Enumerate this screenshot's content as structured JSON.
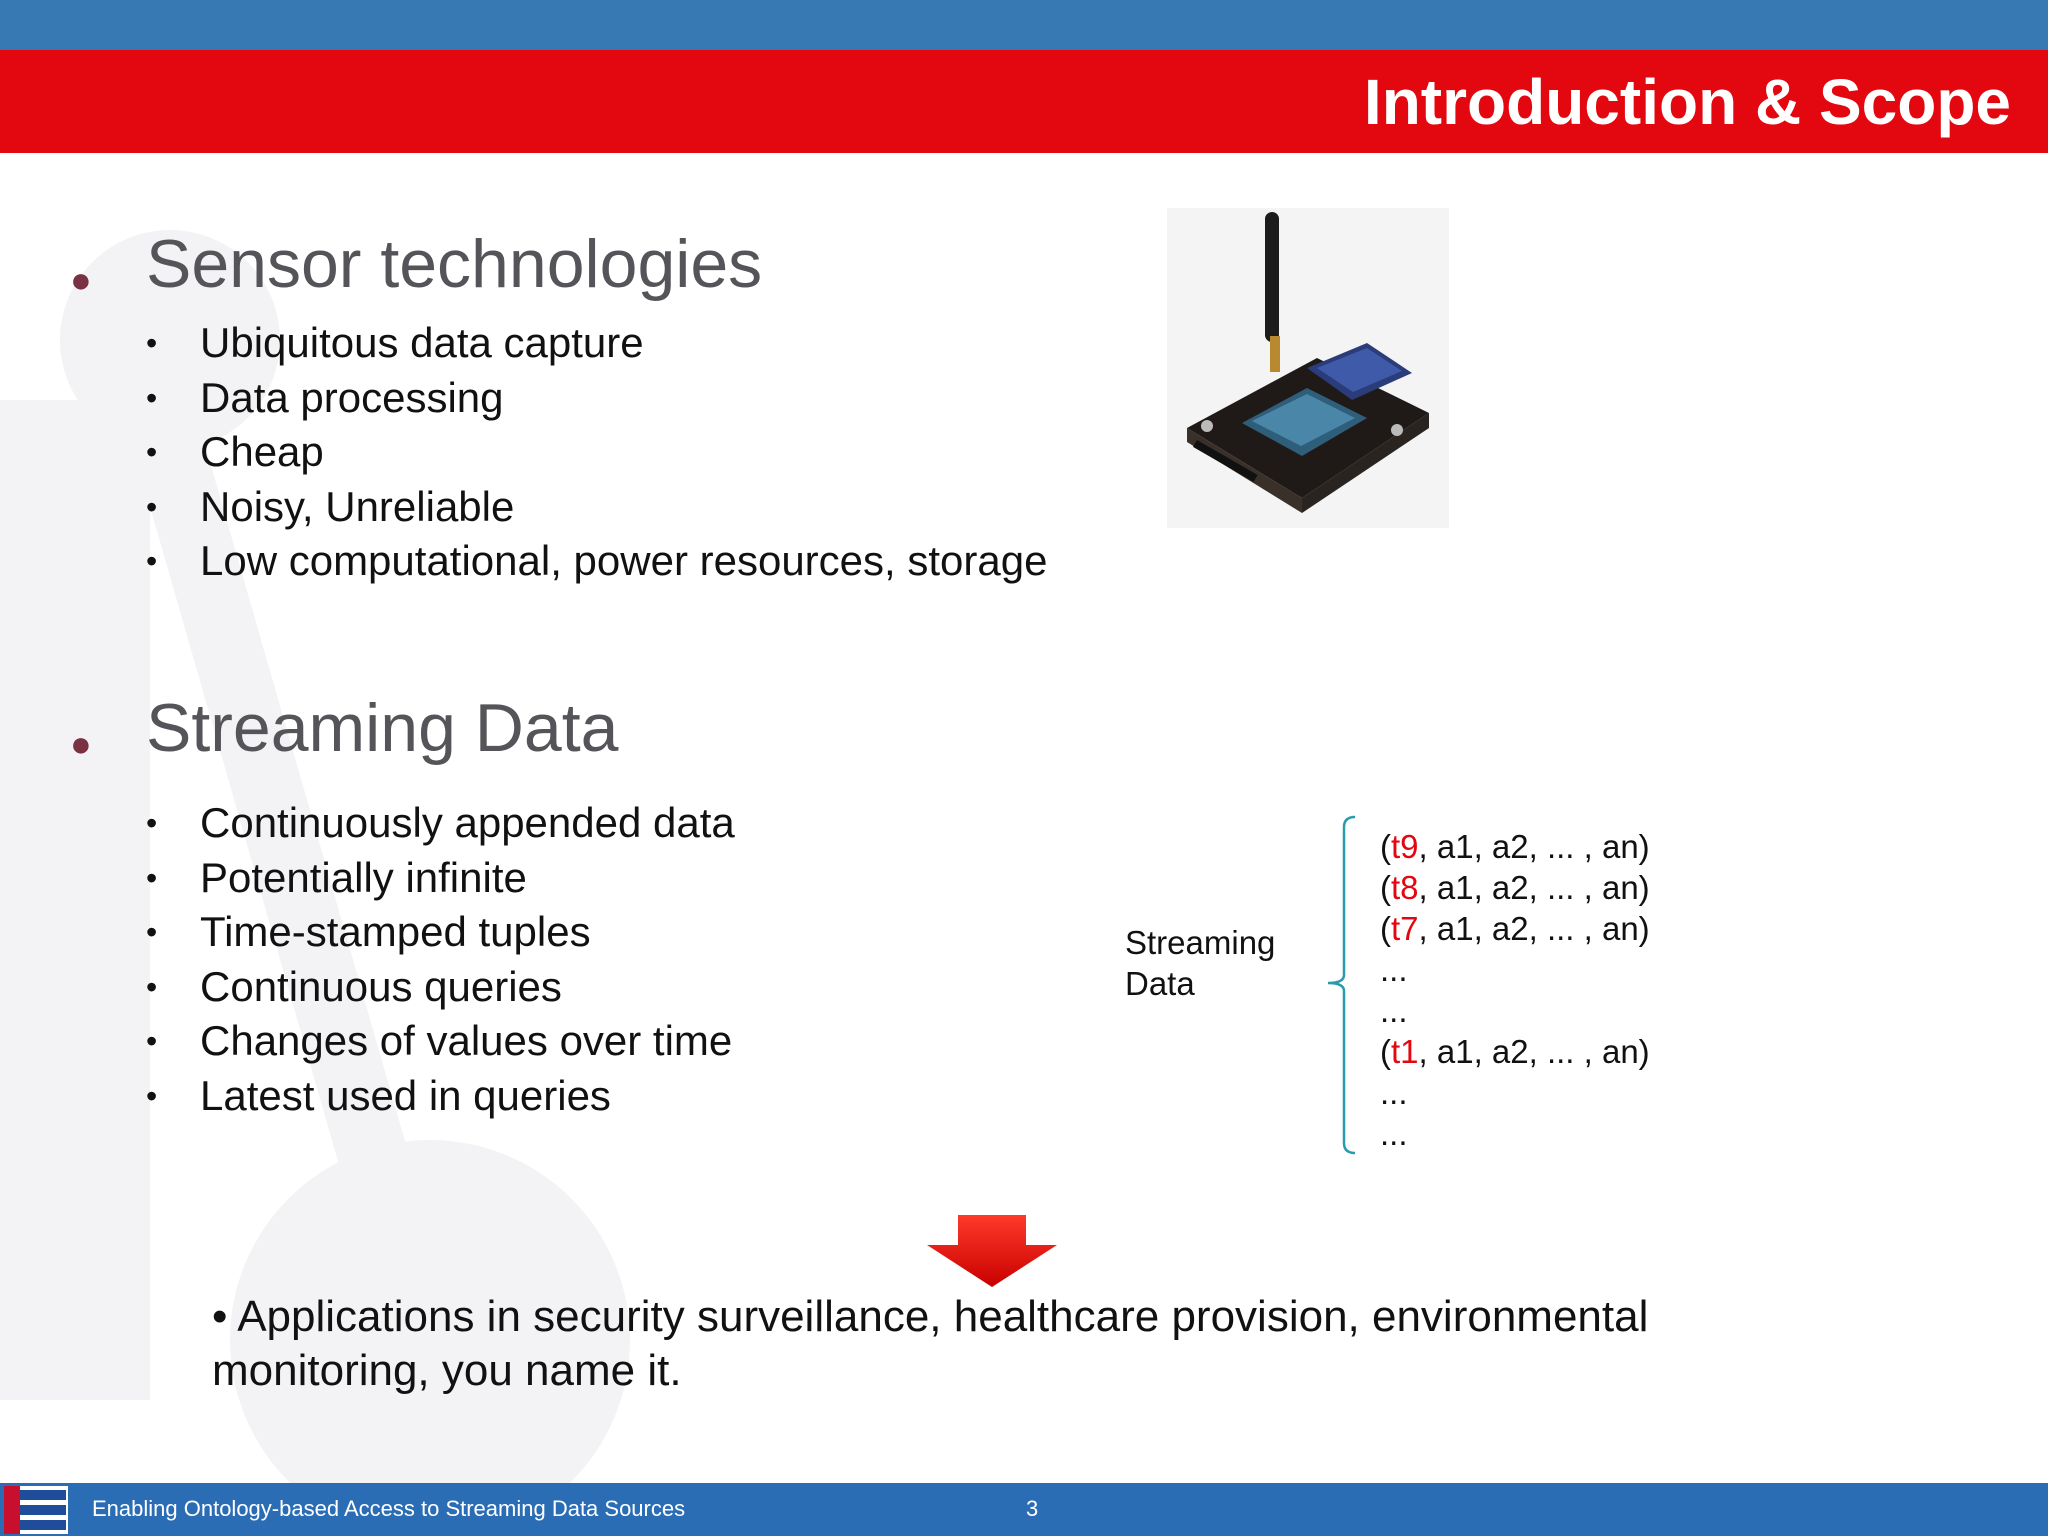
{
  "header": {
    "title": "Introduction & Scope"
  },
  "sections": [
    {
      "heading": "Sensor technologies",
      "items": [
        "Ubiquitous data capture",
        "Data processing",
        "Cheap",
        "Noisy, Unreliable",
        "Low computational, power resources, storage"
      ]
    },
    {
      "heading": "Streaming Data",
      "items": [
        "Continuously appended data",
        "Potentially infinite",
        "Time-stamped tuples",
        "Continuous queries",
        "Changes of values over time",
        "Latest used in queries"
      ]
    }
  ],
  "stream_diagram": {
    "label_line1": "Streaming",
    "label_line2": "Data",
    "tuple_suffix": ", a1, a2, ... , an)",
    "tuples": [
      "t9",
      "t8",
      "t7",
      "t1"
    ],
    "ellipsis": "..."
  },
  "application_text": "• Applications in security surveillance, healthcare provision, environmental monitoring, you name it.",
  "footer": {
    "text": "Enabling  Ontology-based Access to Streaming Data Sources",
    "page_number": "3"
  },
  "colors": {
    "accent_red": "#e3070f",
    "top_blue": "#3779b3",
    "footer_blue": "#2b6db5"
  }
}
